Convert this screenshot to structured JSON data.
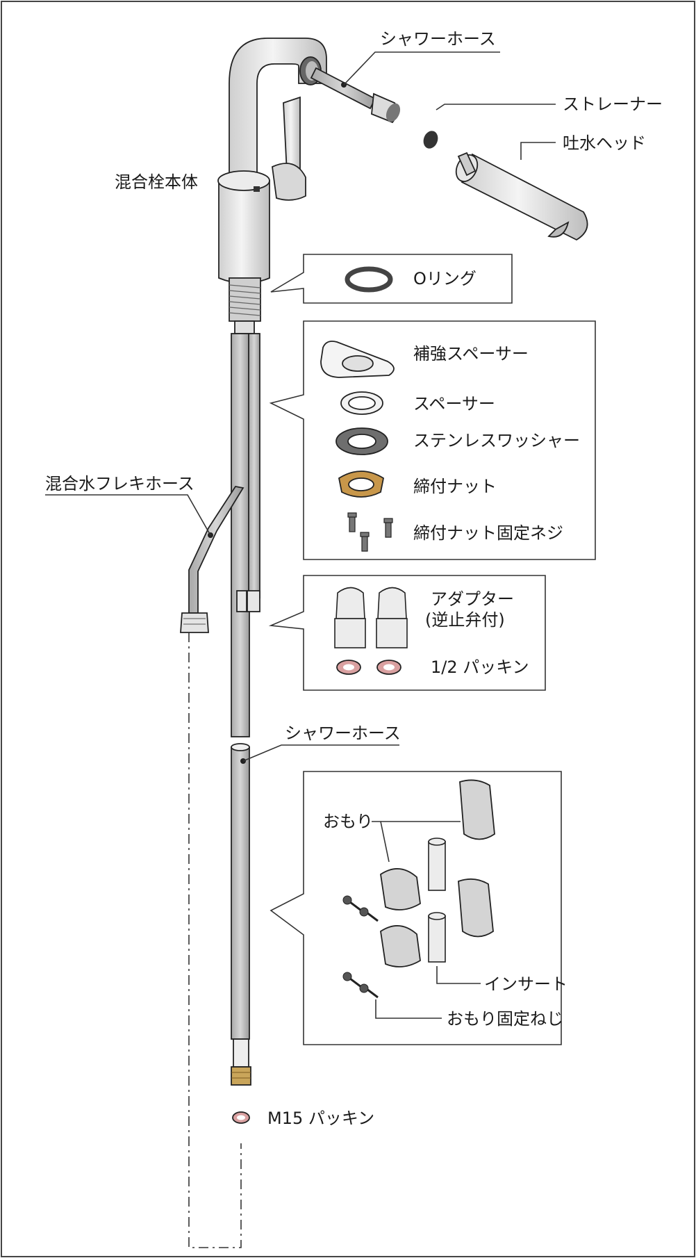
{
  "labels": {
    "shower_hose_top": "シャワーホース",
    "strainer": "ストレーナー",
    "spout_head": "吐水ヘッド",
    "mixer_body": "混合栓本体",
    "o_ring": "Oリング",
    "reinforcing_spacer": "補強スペーサー",
    "spacer": "スペーサー",
    "stainless_washer": "ステンレスワッシャー",
    "fastening_nut": "締付ナット",
    "fastening_nut_screw": "締付ナット固定ネジ",
    "mixed_water_flex_hose": "混合水フレキホース",
    "adapter_line1": "アダプター",
    "adapter_line2": "(逆止弁付)",
    "half_packing": "1/2 パッキン",
    "shower_hose_mid": "シャワーホース",
    "weight": "おもり",
    "insert": "インサート",
    "weight_screw": "おもり固定ねじ",
    "m15_packing": "M15 パッキン"
  },
  "colors": {
    "metal": "#e6e6e6",
    "metal_dark": "#b9b9b9",
    "o_ring": "#555555",
    "washer": "#6e6e6e",
    "nut": "#c8974a",
    "packing": "#d9a0a0",
    "brass": "#c9a55a"
  }
}
